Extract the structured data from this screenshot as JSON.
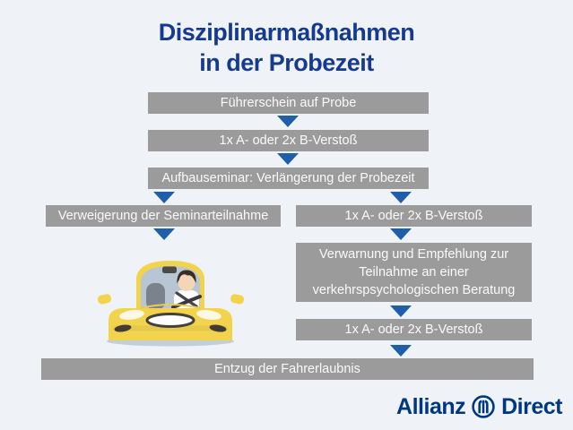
{
  "colors": {
    "background": "#eff3f8",
    "box": "#9b9b9b",
    "box_text": "#fafafa",
    "arrow": "#1f5fa9",
    "title": "#163a8e",
    "brand": "#003781",
    "car_yellow": "#f1d34d"
  },
  "title": {
    "line1": "Disziplinarmaßnahmen",
    "line2": "in der Probezeit"
  },
  "flow": {
    "main": [
      "Führerschein auf Probe",
      "1x A- oder 2x B-Verstoß",
      "Aufbauseminar: Verlängerung der Probezeit"
    ],
    "left_branch": {
      "box": "Verweigerung der Seminarteilnahme",
      "illustration": "yellow-car-front-with-driver"
    },
    "right_branch": [
      "1x A- oder 2x B-Verstoß",
      "Verwarnung und Empfehlung zur Teilnahme an einer verkehrspsychologischen Beratung",
      "1x A- oder 2x B-Verstoß"
    ],
    "final": "Entzug der Fahrerlaubnis"
  },
  "brand": {
    "word1": "Allianz",
    "word2": "Direct",
    "symbol": "allianz-eagle-circle-icon"
  }
}
